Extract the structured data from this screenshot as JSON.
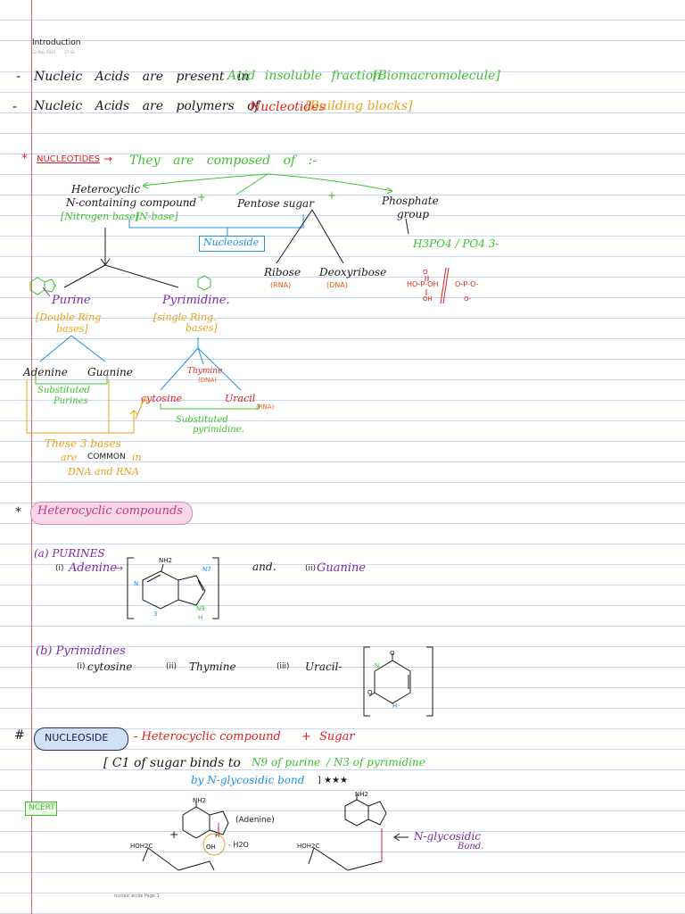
{
  "header": {
    "title": "Introduction",
    "date": "12 May 2020",
    "time": "17:43"
  },
  "lines": {
    "l1_dash": "-",
    "l1_a": "Nucleic Acids are present in",
    "l1_b": "Acid insoluble fraction",
    "l1_c": "[Biomacromolecule]",
    "l2_dash": "-",
    "l2_a": "Nucleic Acids are polymers of",
    "l2_b": "Nucleotides",
    "l2_c": "[Building blocks]"
  },
  "nucleotides": {
    "star": "*",
    "label": "NUCLEOTIDES",
    "arrow": "→",
    "composed": "They are composed of :-",
    "hetero1": "Heterocyclic",
    "hetero2": "N-containing compound",
    "nbase1": "[Nitrogen base]",
    "nbase2": "[N-base]",
    "plus1": "+",
    "pentose": "Pentose sugar",
    "plus2": "+",
    "phosphate1": "Phosphate",
    "phosphate2": "group",
    "nucleoside_box": "Nucleoside",
    "ribose": "Ribose",
    "ribose_sub": "(RNA)",
    "deoxy": "Deoxyribose",
    "deoxy_sub": "(DNA)",
    "phos_formula": "H3PO4 / PO4 3-",
    "phos_left": "HO-P-OH",
    "phos_right": "O-P-O-",
    "phos_oh": "OH",
    "phos_o": "O-",
    "phos_top": "O"
  },
  "bases": {
    "purine": "Purine",
    "purine_desc1": "[Double Ring",
    "purine_desc2": "bases]",
    "pyrimidine": "Pyrimidine.",
    "pyrimidine_desc1": "[single Ring.",
    "pyrimidine_desc2": "bases]",
    "adenine": "Adenine",
    "guanine": "Guanine",
    "subst_purines1": "Substituted",
    "subst_purines2": "Purines",
    "thymine": "Thymine",
    "thymine_sub": "(DNA)",
    "cytosine": "cytosine",
    "uracil": "Uracil",
    "uracil_sub": "(RNA)",
    "subst_pyr1": "Substituted",
    "subst_pyr2": "pyrimidine.",
    "common1": "These 3 bases",
    "common2a": "are",
    "common2b": "COMMON",
    "common2c": "in",
    "common3": "DNA and RNA"
  },
  "hetero": {
    "star": "*",
    "title": "Heterocyclic compounds",
    "a_label": "(a) PURINES",
    "a_i": "(i)",
    "adenine": "Adenine",
    "arrow": "→",
    "nh2": "NH2",
    "n7": "N7",
    "n9": "N9",
    "n1": "N",
    "n3": "3",
    "h": "H",
    "and": "and.",
    "a_ii": "(ii)",
    "guanine": "Guanine",
    "b_label": "(b) Pyrimidines",
    "b_i": "(i)",
    "cytosine": "cytosine",
    "b_ii": "(ii)",
    "thymine": "Thymine",
    "b_iii": "(iii)",
    "uracil": "Uracil-",
    "u_o1": "O",
    "u_o2": "O",
    "u_n": "N",
    "u_h": "H"
  },
  "nucleoside": {
    "hash": "#",
    "label": "NUCLEOSIDE",
    "def_a": "- Heterocyclic compound",
    "def_plus": "+",
    "def_b": "Sugar",
    "bond1": "[ C1 of sugar binds to",
    "bond2": "N9 of purine",
    "bond3": "/ N3 of pyrimidine",
    "bond4": "by N-glycosidic bond",
    "bond5": "] ★★★",
    "ncert": "NCERT",
    "adenine_tag": "(Adenine)",
    "plus": "+",
    "oh": "OH",
    "h": "H",
    "h2o": "- H2O",
    "hoh2c": "HOH2C",
    "nh2": "NH2",
    "nglyco1": "N-glycosidic",
    "nglyco2": "Bond."
  },
  "footer": {
    "page": "nucleic acids Page 1"
  }
}
